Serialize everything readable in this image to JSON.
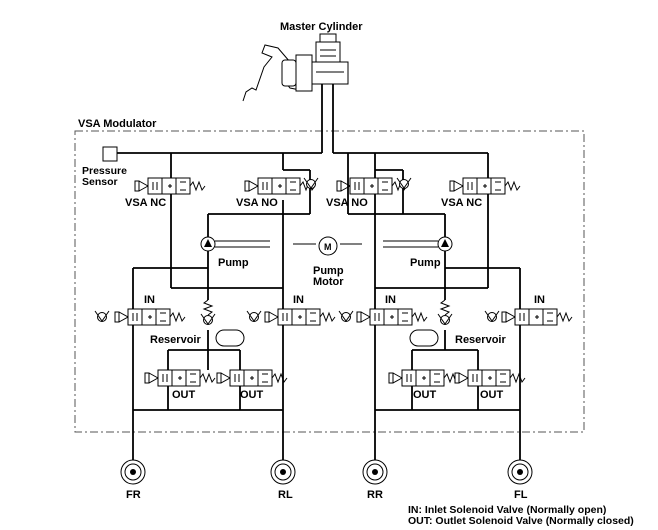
{
  "title": "Master Cylinder",
  "modulator": "VSA Modulator",
  "pressure_sensor": [
    "Pressure",
    "Sensor"
  ],
  "valves": {
    "vsa_nc_left": "VSA NC",
    "vsa_no_left": "VSA NO",
    "vsa_no_right": "VSA NO",
    "vsa_nc_right": "VSA NC"
  },
  "pump_left": "Pump",
  "pump_right": "Pump",
  "pump_motor": [
    "Pump",
    "Motor"
  ],
  "motor_symbol": "M",
  "inlet": [
    "IN",
    "IN",
    "IN",
    "IN"
  ],
  "outlet": [
    "OUT",
    "OUT",
    "OUT",
    "OUT"
  ],
  "reservoir_left": "Reservoir",
  "reservoir_right": "Reservoir",
  "wheels": [
    "FR",
    "RL",
    "RR",
    "FL"
  ],
  "legend": [
    "IN: Inlet Solenoid Valve (Normally open)",
    "OUT: Outlet Solenoid Valve (Normally closed)"
  ]
}
